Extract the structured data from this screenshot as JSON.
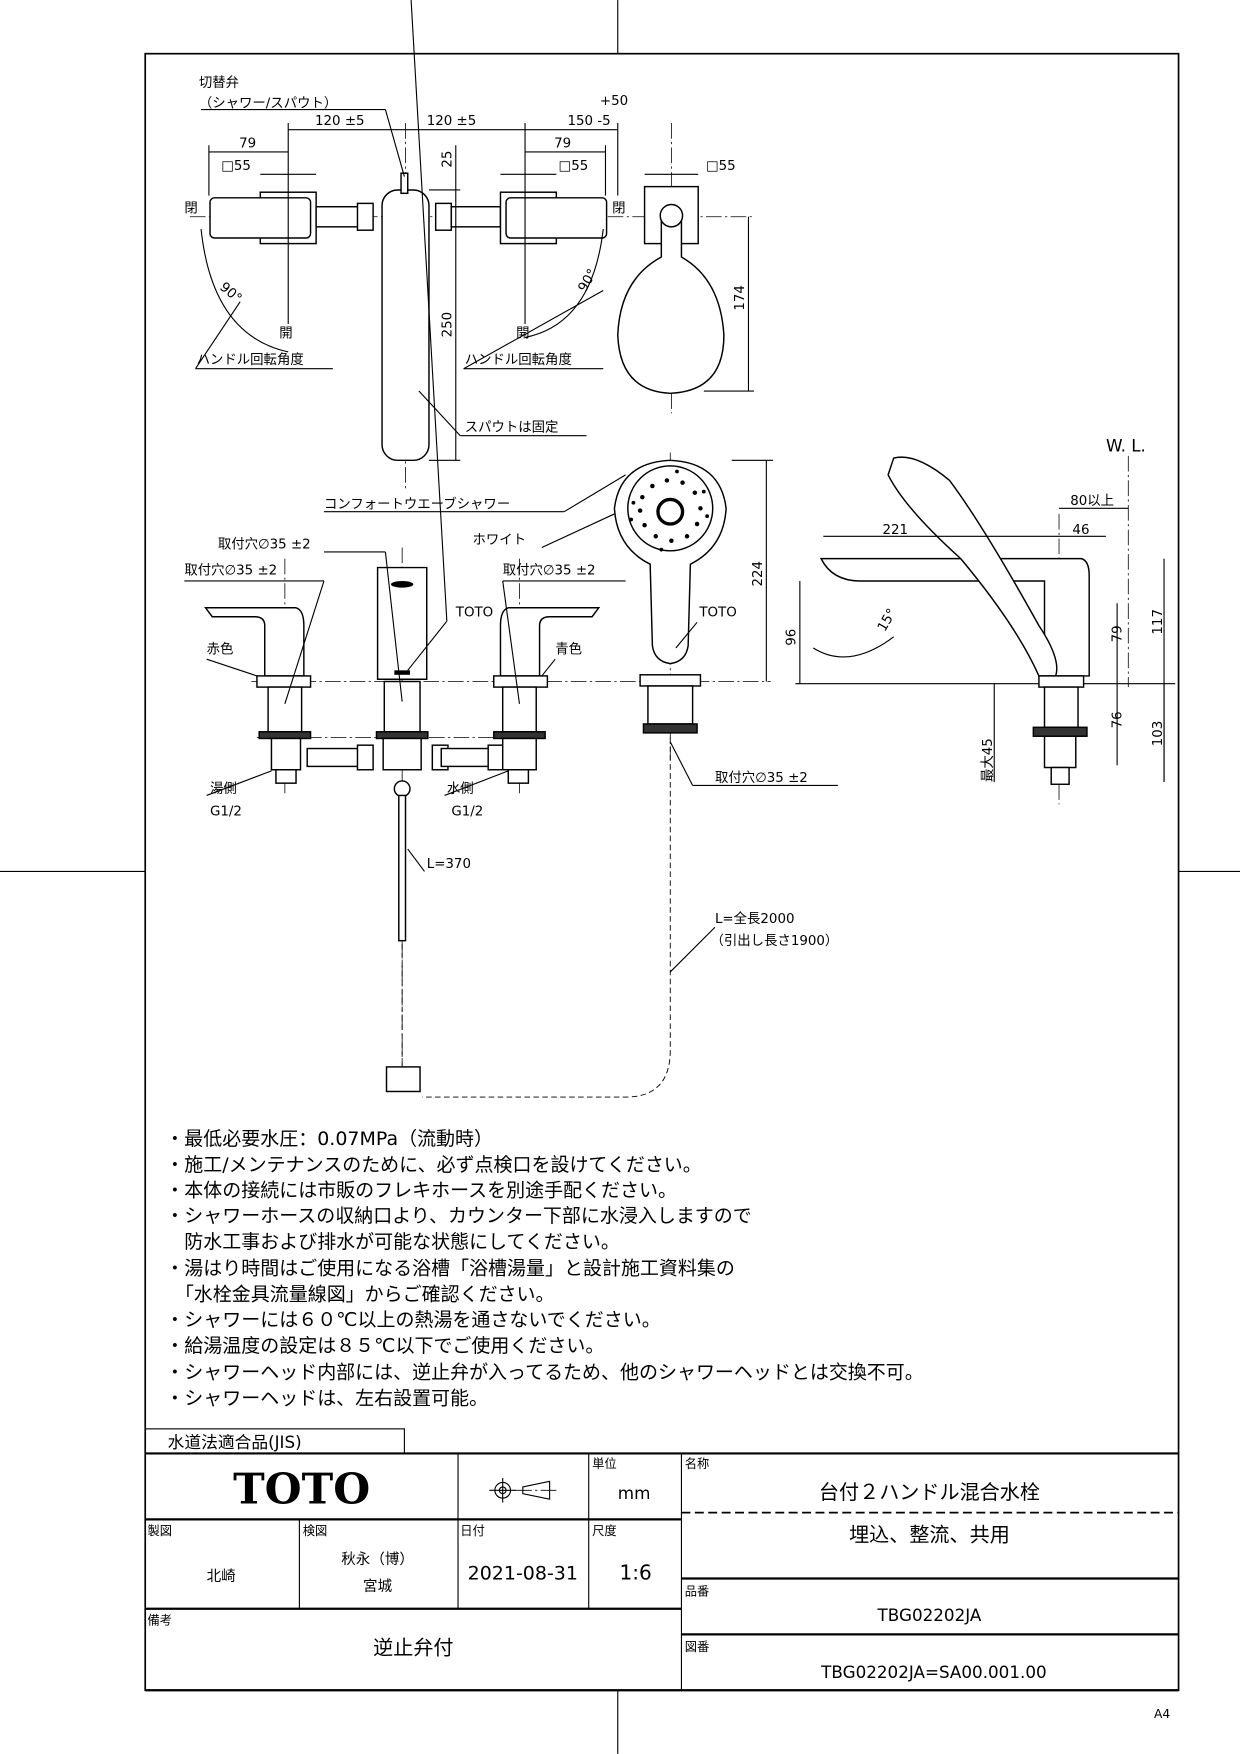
{
  "top_view": {
    "switch_valve": "切替弁",
    "switch_valve_sub": "（シャワー/スパウト）",
    "dim_120_left": "120 ±5",
    "dim_120_right": "120 ±5",
    "dim_150": "150 -5",
    "dim_150_tol": "+50",
    "dim_79_left": "79",
    "dim_79_right": "79",
    "dim_sq55_left": "□55",
    "dim_sq55_right": "□55",
    "dim_sq55_shower": "□55",
    "dim_25": "25",
    "dim_250": "250",
    "dim_174": "174",
    "closed_left": "閉",
    "closed_right": "閉",
    "open_left": "開",
    "open_right": "開",
    "angle_left": "90°",
    "angle_right": "90°",
    "handle_rotation_left": "ハンドル回転角度",
    "handle_rotation_right": "ハンドル回転角度",
    "spout_fixed": "スパウトは固定"
  },
  "front_view": {
    "shower_name": "コンフォートウエーブシャワー",
    "white": "ホワイト",
    "hole_center": "取付穴∅35 ±2",
    "hole_left": "取付穴∅35 ±2",
    "hole_right": "取付穴∅35 ±2",
    "hole_shower": "取付穴∅35 ±2",
    "toto_spout": "TOTO",
    "toto_shower": "TOTO",
    "red": "赤色",
    "blue": "青色",
    "hot_side": "湯側",
    "cold_side": "水側",
    "g_left": "G1/2",
    "g_right": "G1/2",
    "dim_224": "224",
    "hose_short": "L=370",
    "hose_long": "L=全長2000",
    "hose_pull": "（引出し長さ1900）"
  },
  "side_view": {
    "wl": "W. L.",
    "dim_80": "80以上",
    "dim_221": "221",
    "dim_46": "46",
    "dim_96": "96",
    "dim_15deg": "15°",
    "dim_79": "79",
    "dim_117": "117",
    "dim_76": "76",
    "dim_103": "103",
    "max45": "最大45"
  },
  "notes": [
    "・最低必要水圧：0.07MPa（流動時）",
    "・施工/メンテナンスのために、必ず点検口を設けてください。",
    "・本体の接続には市販のフレキホースを別途手配ください。",
    "・シャワーホースの収納口より、カウンター下部に水浸入しますので",
    "　防水工事および排水が可能な状態にしてください。",
    "・湯はり時間はご使用になる浴槽「浴槽湯量」と設計施工資料集の",
    "　「水栓金具流量線図」からご確認ください。",
    "・シャワーには６０℃以上の熱湯を通さないでください。",
    "・給湯温度の設定は８５℃以下でご使用ください。",
    "・シャワーヘッド内部には、逆止弁が入ってるため、他のシャワーヘッドとは交換不可。",
    "・シャワーヘッドは、左右設置可能。"
  ],
  "title_block": {
    "jis": "水道法適合品(JIS)",
    "logo": "TOTO",
    "projection_icon": "third-angle-projection-icon",
    "unit_label": "単位",
    "unit": "mm",
    "name_label": "名称",
    "name": "台付２ハンドル混合水栓",
    "subtitle": "埋込、整流、共用",
    "drawn_label": "製図",
    "drawn_by": "北崎",
    "checked_label": "検図",
    "checked_by_1": "秋永（博）",
    "checked_by_2": "宮城",
    "date_label": "日付",
    "date": "2021-08-31",
    "scale_label": "尺度",
    "scale": "1:6",
    "part_no_label": "品番",
    "part_no": "TBG02202JA",
    "remarks_label": "備考",
    "remarks": "逆止弁付",
    "drawing_no_label": "図番",
    "drawing_no": "TBG02202JA=SA00.001.00",
    "paper_size": "A4"
  }
}
